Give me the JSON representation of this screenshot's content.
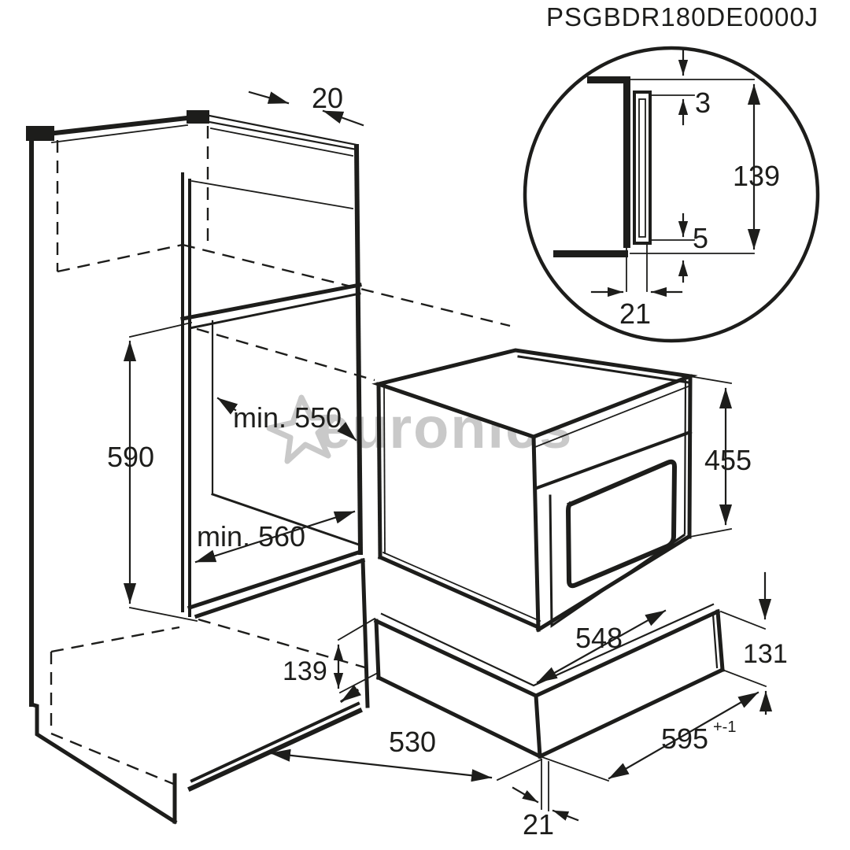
{
  "title": "PSGBDR180DE0000J",
  "watermark": "euronics",
  "colors": {
    "line": "#1d1d1b",
    "watermark": "#c9c9c9",
    "background": "#ffffff"
  },
  "dimensions": {
    "top_panel": "20",
    "niche_height": "590",
    "niche_depth_min": "min. 550",
    "niche_width_min": "min. 560",
    "front_panel_height": "139",
    "bottom_depth": "530",
    "appliance_depth": "548",
    "appliance_height": "455",
    "plinth_drawer_height": "131",
    "appliance_width": "595",
    "appliance_width_tolerance": "+-1",
    "front_offset": "21"
  },
  "detail": {
    "top_clearance": "3",
    "front_panel_height": "139",
    "bottom_clearance": "5",
    "panel_depth_offset": "21"
  }
}
